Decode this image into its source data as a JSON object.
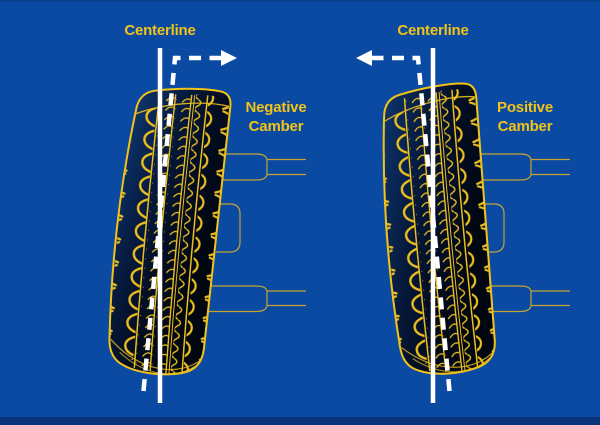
{
  "infographic": {
    "description": "Tire camber comparison diagram",
    "colors": {
      "background": "#0a4aa2",
      "accent_yellow": "#f2c318",
      "tread_yellow": "#ecbe1e",
      "line_white": "#ffffff",
      "tire_dark": "#051636",
      "bottom_bar": "#0a3173"
    },
    "diagrams": [
      {
        "name": "negative-camber",
        "centerline_label": "Centerline",
        "camber_label": "Negative\nCamber",
        "lean_direction": "top leans right (inward)",
        "arrow_points": "right"
      },
      {
        "name": "positive-camber",
        "centerline_label": "Centerline",
        "camber_label": "Positive\nCamber",
        "lean_direction": "top leans left (outward)",
        "arrow_points": "left"
      }
    ]
  }
}
